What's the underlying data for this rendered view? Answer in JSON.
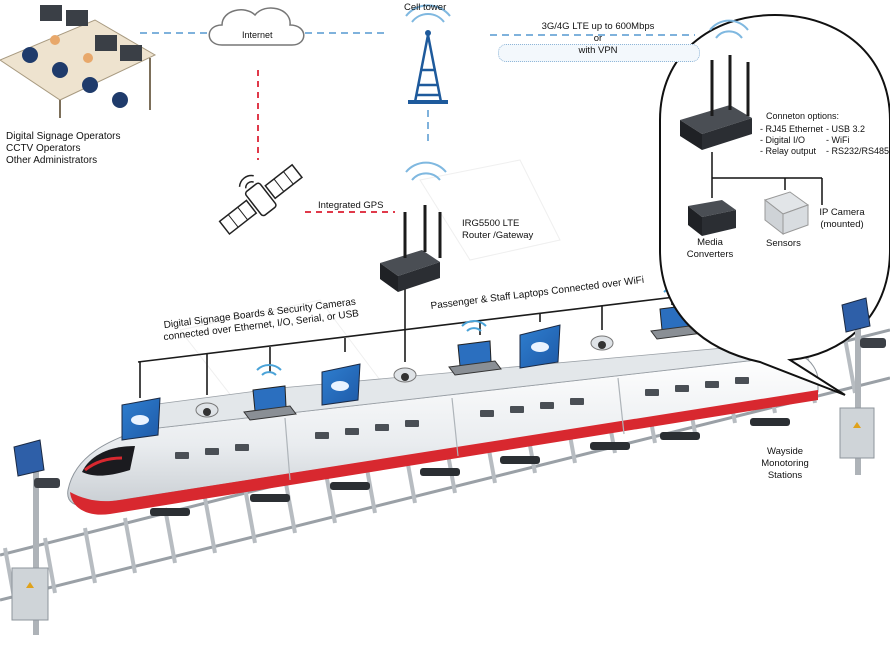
{
  "operators": {
    "line1": "Digital Signage Operators",
    "line2": "CCTV Operators",
    "line3": "Other Administrators"
  },
  "internet": {
    "label": "Internet"
  },
  "cell_tower": {
    "label": "Cell tower"
  },
  "lte_link": {
    "line1": "3G/4G LTE up to 600Mbps",
    "line2": "or",
    "line3": "with VPN"
  },
  "gps": {
    "label": "Integrated GPS"
  },
  "router": {
    "line1": "IRG5500 LTE",
    "line2": "Router /Gateway"
  },
  "connection_options": {
    "title": "Conneton options:",
    "col1": [
      "- RJ45 Ethernet",
      "- Digital I/O",
      "- Relay output"
    ],
    "col2": [
      "- USB 3.2",
      "- WiFi",
      "- RS232/RS485"
    ]
  },
  "peripherals": {
    "media_converters": [
      "Media",
      "Converters"
    ],
    "sensors": "Sensors",
    "ip_camera": [
      "IP Camera",
      "(mounted)"
    ]
  },
  "signage_bus": {
    "line1": "Digital Signage Boards & Security Cameras",
    "line2": "connected over Ethernet, I/O, Serial, or USB"
  },
  "laptop_bus": {
    "label": "Passenger & Staff Laptops Connected over WiFi"
  },
  "wayside": {
    "line1": "Wayside",
    "line2": "Monotoring",
    "line3": "Stations"
  },
  "colors": {
    "link_blue": "#7fb2dc",
    "gps_red": "#e0394a",
    "train_red": "#d8282f",
    "monitor_blue": "#2f6db5"
  }
}
